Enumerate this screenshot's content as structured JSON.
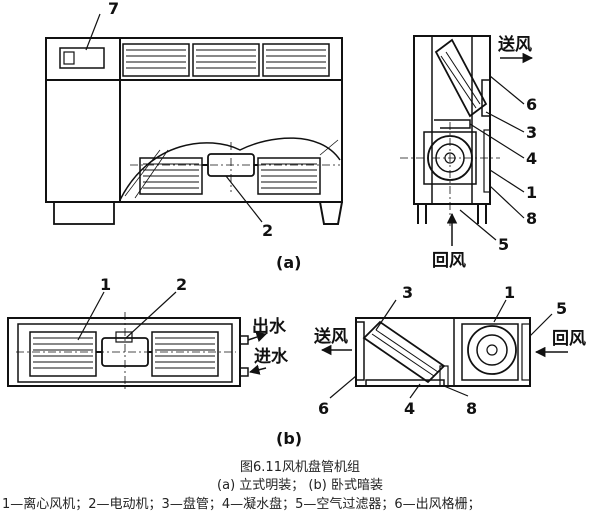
{
  "labels": {
    "n1": "1",
    "n2": "2",
    "n3": "3",
    "n4": "4",
    "n5": "5",
    "n6": "6",
    "n7": "7",
    "n8": "8"
  },
  "sub_a": "(a)",
  "sub_b": "(b)",
  "supply_air": "送风",
  "return_air": "回风",
  "water_out": "出水",
  "water_in": "进水",
  "caption": {
    "title": "图6.11风机盘管机组",
    "subtitle": "(a)  立式明装；  (b)  卧式暗装",
    "legend": "1—离心风机；2—电动机；3—盘管；4—凝水盘；5—空气过滤器；6—出风格栅；"
  },
  "colors": {
    "line": "#111111",
    "background": "#ffffff"
  }
}
